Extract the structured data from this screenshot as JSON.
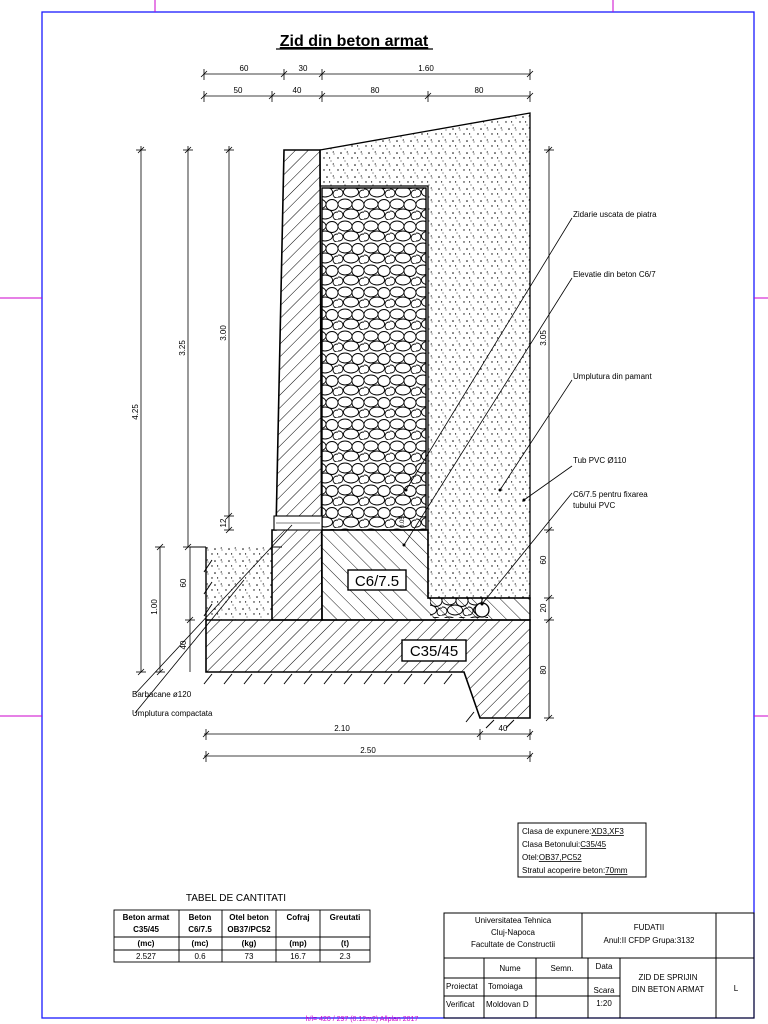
{
  "title": "Zid din beton armat",
  "dims_top": {
    "row1": [
      "60",
      "30",
      "1.60"
    ],
    "row2": [
      "50",
      "40",
      "80",
      "80"
    ]
  },
  "dims_left": {
    "total": "4.25",
    "stem": "3.25",
    "inner": "3.00",
    "gap": "12",
    "footing_total": "1.00",
    "footing_upper": "60",
    "footing_lower": "40"
  },
  "dims_right": {
    "back": "3.05",
    "upper": "60",
    "mid": "20",
    "key": "80"
  },
  "dims_bottom": {
    "width_inner": "2.10",
    "key_width": "40",
    "width_total": "2.50"
  },
  "labels": {
    "dry_masonry": "Zidarie uscata de piatra",
    "elevation": "Elevatie din beton C6/7",
    "backfill": "Umplutura din pamant",
    "pvc_pipe": "Tub PVC Ø110",
    "fixing_line1": "C6/7.5 pentru fixarea",
    "fixing_line2": "tubului PVC",
    "weep_holes": "Barbacane ø120",
    "compacted_fill": "Umplutura compactata",
    "small_note": "0.05",
    "concrete_c6": "C6/7.5",
    "concrete_c35": "C35/45"
  },
  "specs": [
    {
      "label": "Clasa de expunere:",
      "value": "XD3,XF3"
    },
    {
      "label": "Clasa Betonului:",
      "value": "C35/45"
    },
    {
      "label": "Otel:",
      "value": "OB37,PC52"
    },
    {
      "label": "Stratul acoperire beton:",
      "value": "70mm"
    }
  ],
  "quantities": {
    "title": "TABEL DE CANTITATI",
    "headers": [
      [
        "Beton armat",
        "C35/45"
      ],
      [
        "Beton",
        "C6/7.5"
      ],
      [
        "Otel beton",
        "OB37/PC52"
      ],
      [
        "Cofraj",
        ""
      ],
      [
        "Greutati",
        ""
      ]
    ],
    "units": [
      "(mc)",
      "(mc)",
      "(kg)",
      "(mp)",
      "(t)"
    ],
    "values": [
      "2.527",
      "0.6",
      "73",
      "16.7",
      "2.3"
    ]
  },
  "title_block": {
    "university": [
      "Universitatea Tehnica",
      "Cluj-Napoca",
      "Facultate de Constructii"
    ],
    "course": [
      "FUDATII",
      "Anul:II CFDP Grupa:3132"
    ],
    "col_name": "Nume",
    "col_sign": "Semn.",
    "col_date": "Data",
    "designed_label": "Proiectat",
    "designed_name": "Tomoiaga",
    "checked_label": "Verificat",
    "checked_name": "Moldovan D",
    "scale_label": "Scara",
    "scale_value": "1:20",
    "drawing_title": [
      "ZID DE SPRIJIN",
      "DIN BETON ARMAT"
    ],
    "sheet": "L"
  },
  "footer": "h/l= 420 / 297 (0.12m2) Allplan 2017",
  "colors": {
    "frame": "#1a1aff",
    "crop_marks": "#cc00cc",
    "footer": "#cc00cc"
  }
}
